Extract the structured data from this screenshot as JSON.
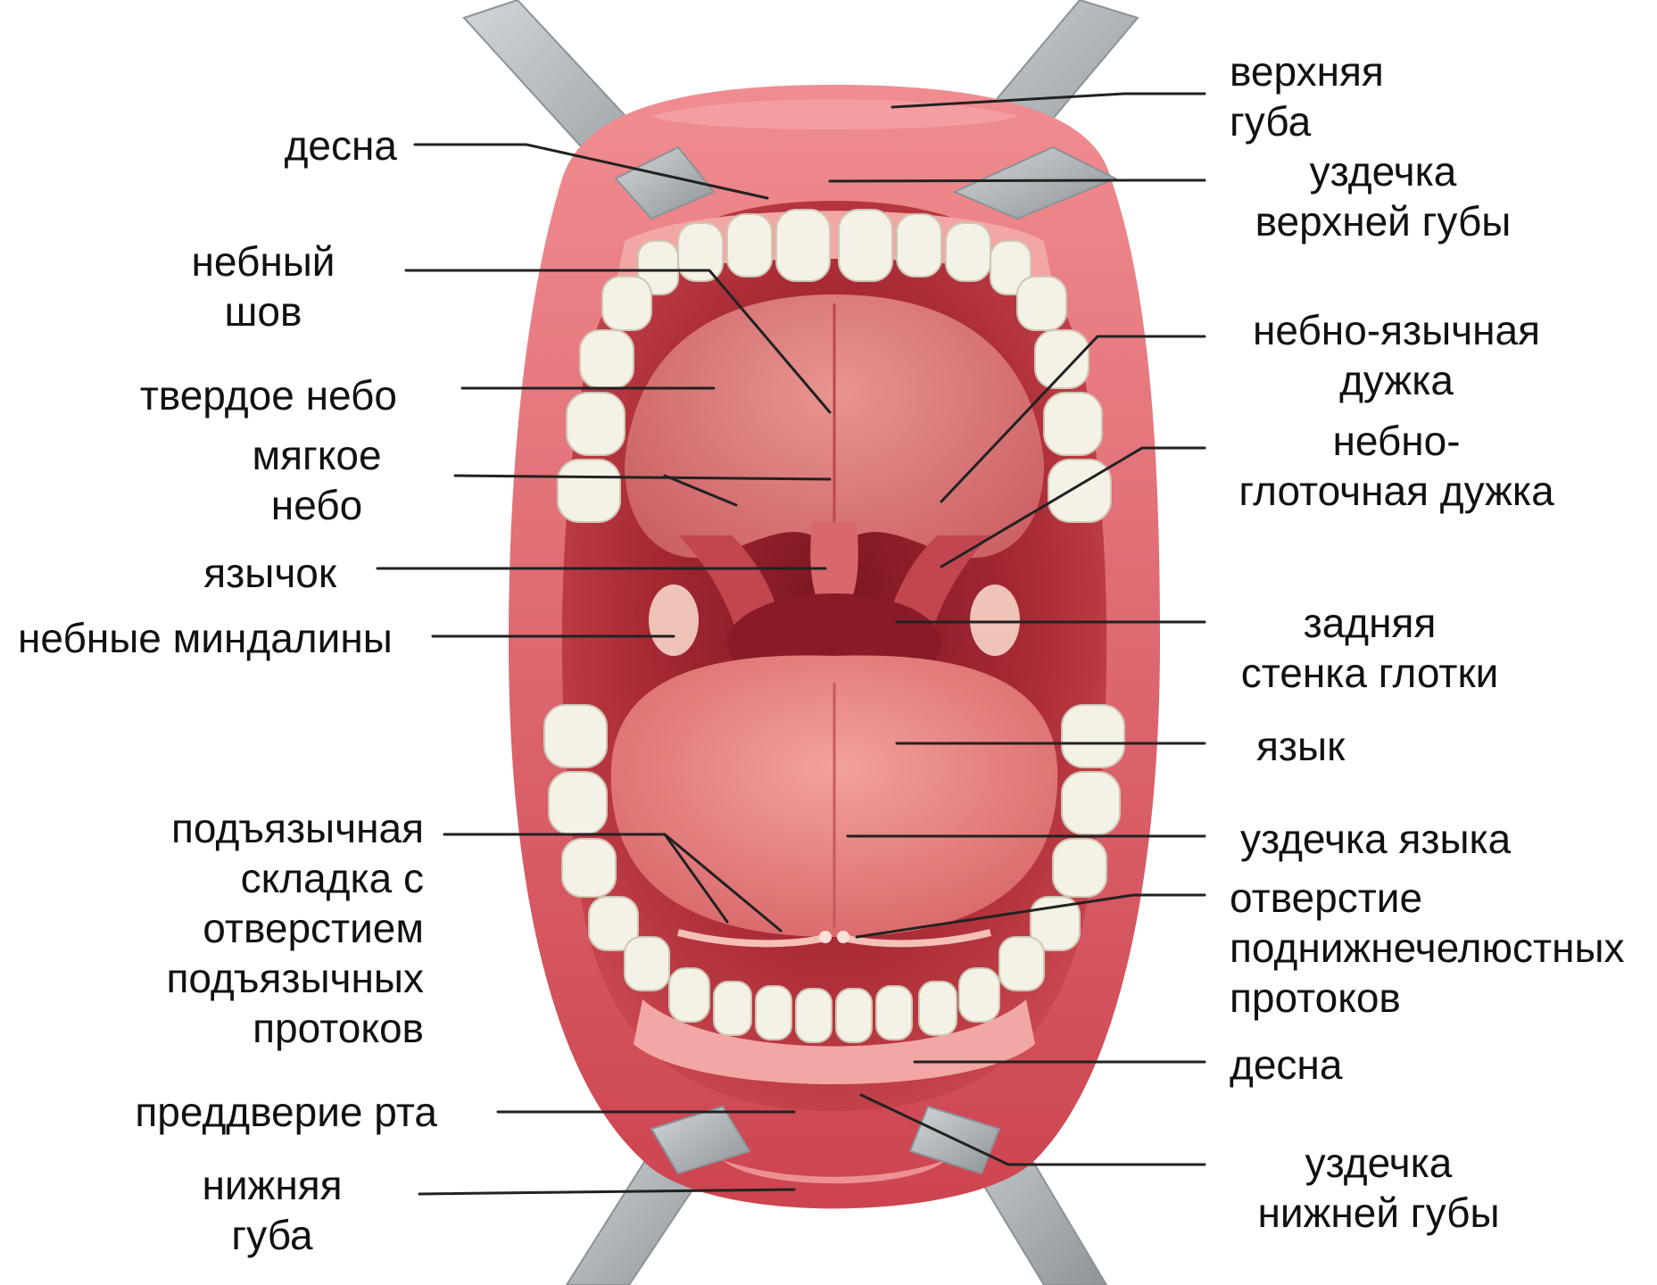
{
  "diagram": {
    "left_labels": [
      {
        "id": "gum-upper",
        "lines": [
          "десна"
        ]
      },
      {
        "id": "palatine-raphe",
        "lines": [
          "небный",
          "шов"
        ]
      },
      {
        "id": "hard-palate",
        "lines": [
          "твердое небо"
        ]
      },
      {
        "id": "soft-palate",
        "lines": [
          "мягкое",
          "небо"
        ]
      },
      {
        "id": "uvula",
        "lines": [
          "язычок"
        ]
      },
      {
        "id": "palatine-tonsils",
        "lines": [
          "небные миндалины"
        ]
      },
      {
        "id": "sublingual-fold",
        "lines": [
          "подъязычная",
          "складка с",
          "отверстием",
          "подъязычных",
          "протоков"
        ]
      },
      {
        "id": "oral-vestibule",
        "lines": [
          "преддверие рта"
        ]
      },
      {
        "id": "lower-lip",
        "lines": [
          "нижняя",
          "губа"
        ]
      }
    ],
    "right_labels": [
      {
        "id": "upper-lip",
        "lines": [
          "верхняя",
          "губа"
        ]
      },
      {
        "id": "upper-lip-frenulum",
        "lines": [
          "уздечка",
          "верхней губы"
        ]
      },
      {
        "id": "palatoglossal-arch",
        "lines": [
          "небно-язычная",
          "дужка"
        ]
      },
      {
        "id": "palatopharyngeal-arch",
        "lines": [
          "небно-",
          "глоточная дужка"
        ]
      },
      {
        "id": "posterior-pharyngeal-wall",
        "lines": [
          "задняя",
          "стенка глотки"
        ]
      },
      {
        "id": "tongue",
        "lines": [
          "язык"
        ]
      },
      {
        "id": "tongue-frenulum",
        "lines": [
          "уздечка языка"
        ]
      },
      {
        "id": "submandibular-duct-openings",
        "lines": [
          "отверстие",
          "поднижнечелюстных",
          "протоков"
        ]
      },
      {
        "id": "gum-lower",
        "lines": [
          "десна"
        ]
      },
      {
        "id": "lower-lip-frenulum",
        "lines": [
          "уздечка",
          "нижней губы"
        ]
      }
    ],
    "colors": {
      "lip": "#d9545e",
      "lip_highlight": "#f08a8e",
      "cavity": "#b8333f",
      "palate": "#e07a78",
      "gum": "#f2a7a5",
      "tooth": "#f4f1e6",
      "tongue": "#ec8a86",
      "retractor": "#a9aeb2",
      "leader_line": "#222222"
    }
  }
}
